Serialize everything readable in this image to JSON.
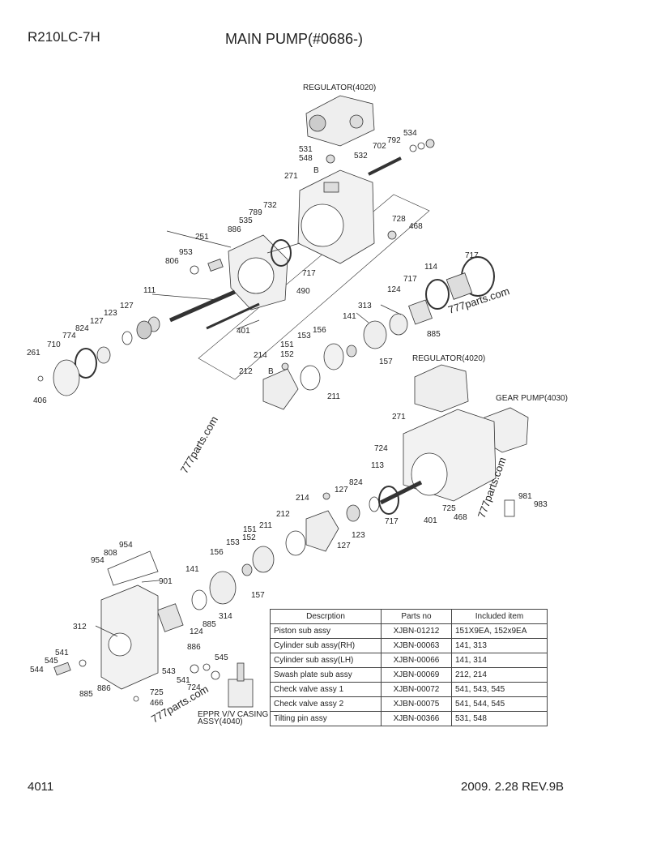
{
  "header": {
    "model": "R210LC-7H",
    "title": "MAIN PUMP(#0686-)"
  },
  "footer": {
    "page_number": "4011",
    "revision": "2009. 2.28  REV.9B"
  },
  "callouts": {
    "regulator_top": "REGULATOR(4020)",
    "regulator_mid": "REGULATOR(4020)",
    "gear_pump": "GEAR PUMP(4030)",
    "eppr_line1": "EPPR V/V CASING",
    "eppr_line2": "ASSY(4040)",
    "view_b_top": "B",
    "view_b_mid": "B"
  },
  "watermark": "777parts.com",
  "part_labels": {
    "upper": [
      "534",
      "792",
      "702",
      "532",
      "531",
      "548",
      "271",
      "732",
      "789",
      "728",
      "468",
      "535",
      "886",
      "251",
      "953",
      "806",
      "717",
      "490",
      "111",
      "127",
      "123",
      "127",
      "401",
      "824",
      "774",
      "710",
      "261",
      "406",
      "717",
      "114",
      "717",
      "124",
      "313",
      "141",
      "885",
      "156",
      "153",
      "151",
      "152",
      "157",
      "214",
      "212",
      "211"
    ],
    "lower": [
      "271",
      "724",
      "113",
      "725",
      "468",
      "401",
      "981",
      "983",
      "214",
      "127",
      "824",
      "717",
      "212",
      "123",
      "127",
      "211",
      "151",
      "152",
      "153",
      "954",
      "808",
      "954",
      "156",
      "901",
      "141",
      "157",
      "314",
      "885",
      "124",
      "312",
      "886",
      "541",
      "545",
      "544",
      "543",
      "541",
      "724",
      "545",
      "725",
      "466",
      "885",
      "886"
    ]
  },
  "table": {
    "headers": [
      "Descrption",
      "Parts no",
      "Included item"
    ],
    "rows": [
      [
        "Piston sub assy",
        "XJBN-01212",
        "151X9EA, 152x9EA"
      ],
      [
        "Cylinder sub assy(RH)",
        "XJBN-00063",
        "141, 313"
      ],
      [
        "Cylinder sub assy(LH)",
        "XJBN-00066",
        "141, 314"
      ],
      [
        "Swash plate sub assy",
        "XJBN-00069",
        "212, 214"
      ],
      [
        "Check valve assy 1",
        "XJBN-00072",
        "541, 543, 545"
      ],
      [
        "Check valve assy 2",
        "XJBN-00075",
        "541, 544, 545"
      ],
      [
        "Tilting pin assy",
        "XJBN-00366",
        "531, 548"
      ]
    ]
  }
}
